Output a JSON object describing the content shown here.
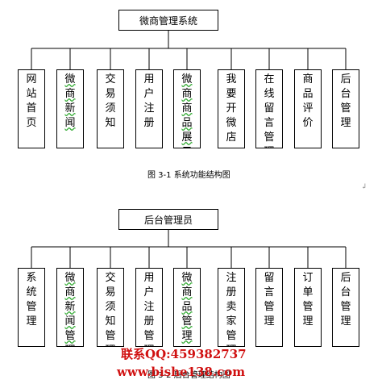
{
  "diagram1": {
    "root": "微商管理系统",
    "children": [
      "网站首页",
      "微商新闻",
      "交易须知",
      "用户注册",
      "微商商品展示",
      "我要开微店",
      "在线留言管理",
      "商品评价",
      "后台管理"
    ],
    "underlined": [
      1,
      4
    ],
    "caption": "图 3-1  系统功能结构图"
  },
  "diagram2": {
    "root": "后台管理员",
    "children": [
      "系统管理",
      "微商新闻管理",
      "交易须知管理",
      "用户注册管理",
      "微商品管理",
      "注册卖家管理",
      "留言管理",
      "订单管理",
      "后台管理"
    ],
    "underlined": [
      1,
      4
    ],
    "caption": "图 3-2  后台管理结构图"
  },
  "watermark": {
    "line1": "联系QQ:459382737",
    "line2": "www.bishe138.com"
  },
  "colors": {
    "line": "#000000",
    "watermark": "#d01010",
    "underline": "#33aa33"
  }
}
